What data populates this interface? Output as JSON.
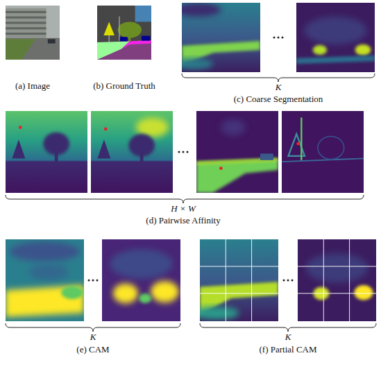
{
  "diagram": {
    "labels": [
      "(a) Image",
      "(b) Ground Truth",
      "K",
      "(c) Coarse Segmentation",
      "H × W",
      "(d) Pairwise Affinity",
      "K",
      "(e) CAM",
      "K",
      "(f) Partial CAM"
    ]
  }
}
